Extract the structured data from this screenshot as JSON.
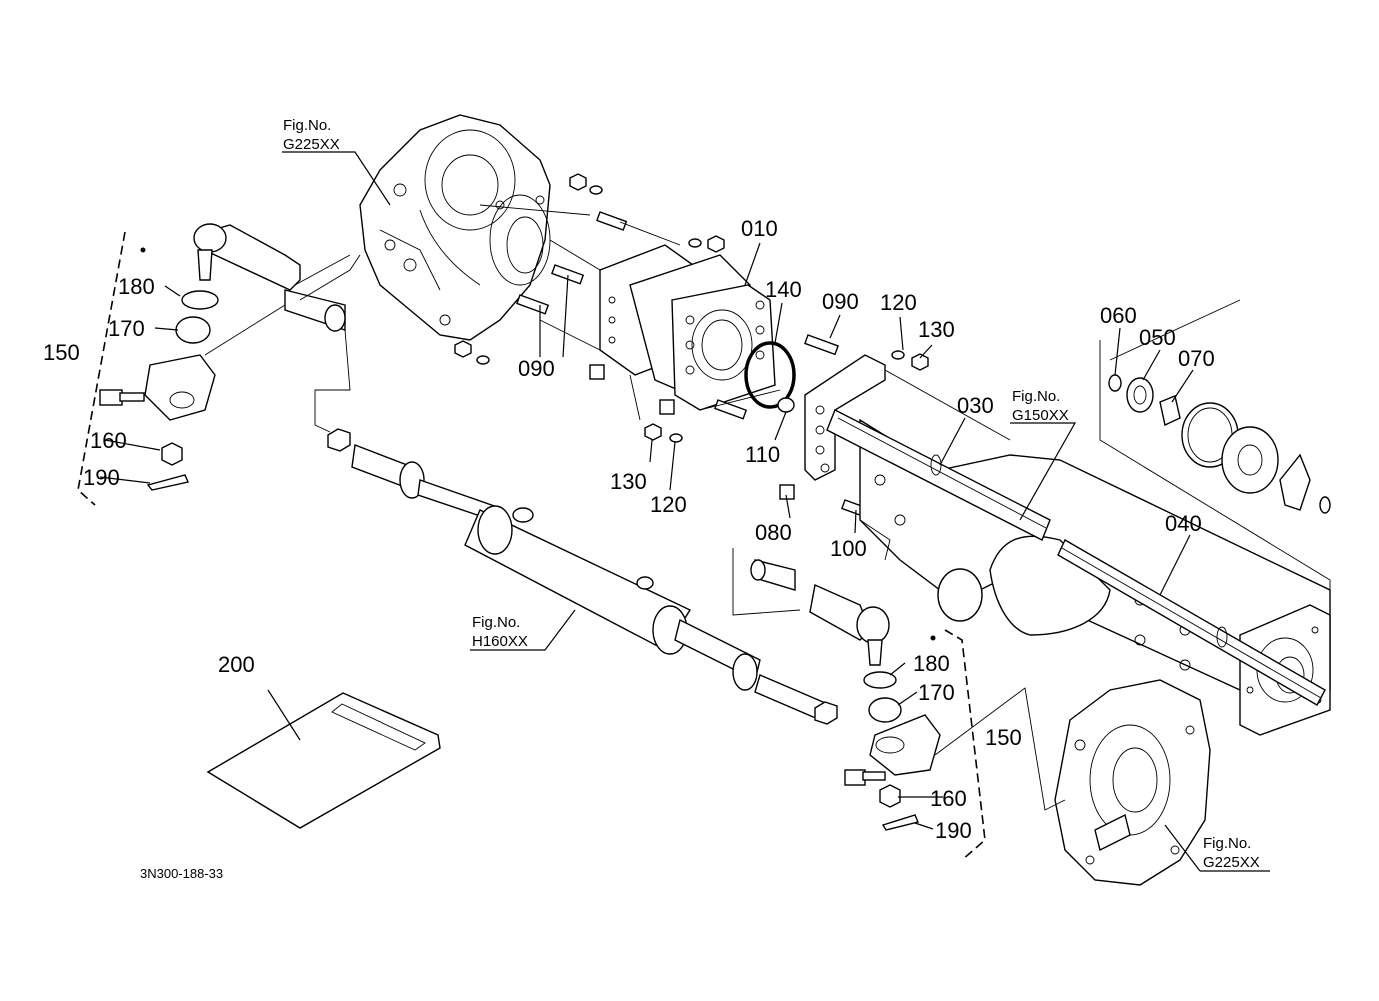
{
  "diagram": {
    "doc_code": "3N300-188-33",
    "callouts": {
      "p010": "010",
      "p140": "140",
      "p090a": "090",
      "p090b": "090",
      "p120a": "120",
      "p130a": "130",
      "p060": "060",
      "p050": "050",
      "p070": "070",
      "p030": "030",
      "p040": "040",
      "p110": "110",
      "p080": "080",
      "p100": "100",
      "p130b": "130",
      "p120b": "120",
      "p180a": "180",
      "p170a": "170",
      "p150a": "150",
      "p160a": "160",
      "p190a": "190",
      "p180b": "180",
      "p170b": "170",
      "p150b": "150",
      "p160b": "160",
      "p190b": "190",
      "p200": "200"
    },
    "figure_refs": {
      "g225_top": {
        "label": "Fig.No.",
        "code": "G225XX"
      },
      "g150": {
        "label": "Fig.No.",
        "code": "G150XX"
      },
      "h160": {
        "label": "Fig.No.",
        "code": "H160XX"
      },
      "g225_bottom": {
        "label": "Fig.No.",
        "code": "G225XX"
      }
    }
  }
}
